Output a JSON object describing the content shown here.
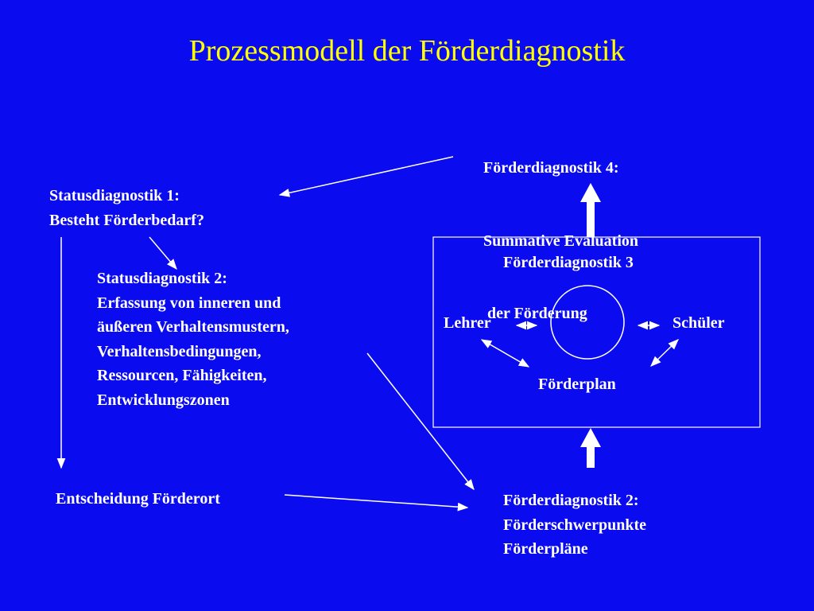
{
  "colors": {
    "background": "#0B0BF0",
    "title": "#FFFF00",
    "text": "#FFFFFF"
  },
  "title": "Prozessmodell der Förderdiagnostik",
  "nodes": {
    "status1": [
      "Statusdiagnostik 1:",
      "Besteht Förderbedarf?"
    ],
    "status2": [
      "Statusdiagnostik 2:",
      "Erfassung von inneren und",
      "äußeren Verhaltensmustern,",
      "Verhaltensbedingungen,",
      "Ressourcen, Fähigkeiten,",
      "Entwicklungszonen"
    ],
    "decision": "Entscheidung Förderort",
    "fd2": [
      "Förderdiagnostik 2:",
      "Förderschwerpunkte",
      "Förderpläne"
    ],
    "fd4": [
      "Förderdiagnostik 4:",
      "Summative Evaluation",
      " der Förderung"
    ],
    "fd3": {
      "title": "Förderdiagnostik 3",
      "teacher": "Lehrer",
      "student": "Schüler",
      "plan": "Förderplan"
    }
  }
}
